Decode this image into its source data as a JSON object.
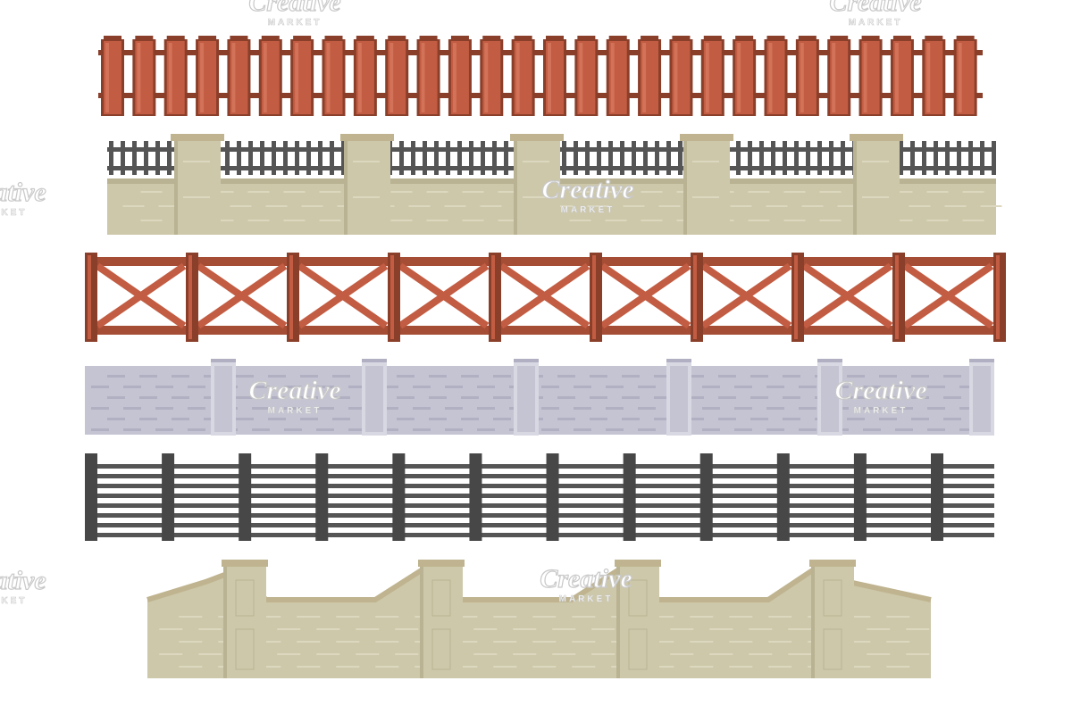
{
  "watermark": {
    "word": "Creative",
    "sub": "MARKET"
  },
  "palette": {
    "wood_light": "#c25c42",
    "wood_dark": "#8a3f2b",
    "wood_mid": "#a64d35",
    "iron": "#555555",
    "iron_dark": "#474747",
    "sand": "#cdc8aa",
    "sand_dark": "#b9b393",
    "sand_light": "#dcd8bf",
    "sand_cap": "#bfb48f",
    "stone": "#c4c4d3",
    "stone_dark": "#b0b0c2",
    "stone_light": "#d8d8e3"
  },
  "fences": [
    {
      "name": "wooden-picket-fence",
      "posts": 28
    },
    {
      "name": "brick-wall-iron-rail-fence",
      "pillars": 5
    },
    {
      "name": "wooden-cross-fence",
      "panels": 9
    },
    {
      "name": "stone-wall-fence",
      "pillars": 6
    },
    {
      "name": "metal-rail-fence",
      "posts": 12,
      "rails": 8
    },
    {
      "name": "arched-brick-wall-fence",
      "pillars": 4
    }
  ]
}
